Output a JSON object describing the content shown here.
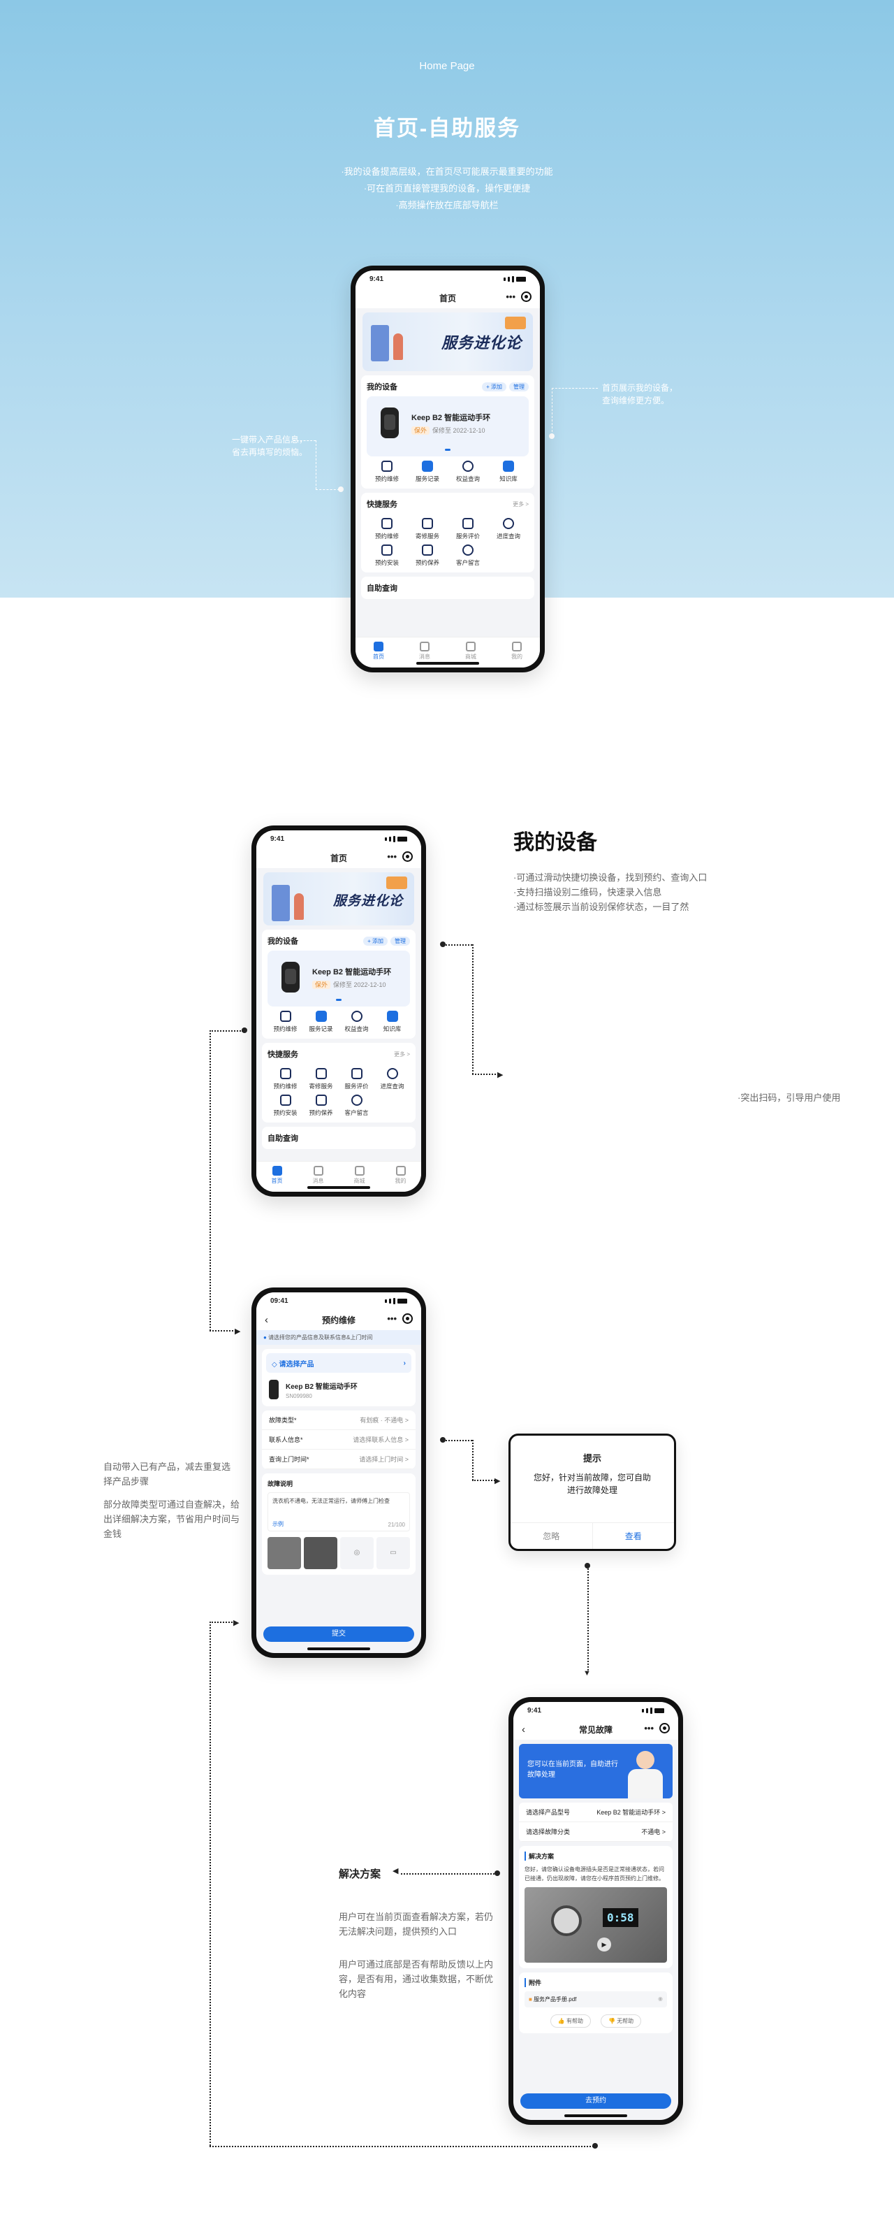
{
  "hero": {
    "subtitle": "Home Page",
    "title": "首页-自助服务",
    "lines": [
      "·我的设备提高层级，在首页尽可能展示最重要的功能",
      "·可在首页直接管理我的设备，操作更便捷",
      "·高频操作放在底部导航栏"
    ],
    "note_left": [
      "一键带入产品信息，",
      "省去再填写的烦恼。"
    ],
    "note_right": [
      "首页展示我的设备，",
      "查询维修更方便。"
    ]
  },
  "home": {
    "time": "9:41",
    "nav_title": "首页",
    "banner_text": "服务进化论",
    "devices_title": "我的设备",
    "add_label": "+ 添加",
    "manage_label": "管理",
    "device_name": "Keep B2 智能运动手环",
    "device_tag": "保外",
    "device_date": "保修至 2022-12-10",
    "device_actions": [
      "预约维修",
      "服务记录",
      "权益查询",
      "知识库"
    ],
    "quick_title": "快捷服务",
    "more_label": "更多 >",
    "quick_items": [
      "预约维修",
      "寄修服务",
      "服务评价",
      "进度查询",
      "预约安装",
      "预约保养",
      "客户留言"
    ],
    "self_title": "自助查询",
    "tabs": [
      "首页",
      "消息",
      "商城",
      "我的"
    ]
  },
  "section_device": {
    "title": "我的设备",
    "lines": [
      "·可通过滑动快捷切换设备，找到预约、查询入口",
      "·支持扫描设别二维码，快速录入信息",
      "·通过标签展示当前设别保修状态，一目了然"
    ],
    "scan_note": "·突出扫码，引导用户使用"
  },
  "repair": {
    "time": "09:41",
    "nav_title": "预约维修",
    "tip": "请选择您的产品信息及联系信息&上门时间",
    "select_product": "请选择产品",
    "product_name": "Keep B2 智能运动手环",
    "product_sn": "SN099980",
    "rows": [
      {
        "label": "故障类型*",
        "value": "有划痕  ·  不通电  >"
      },
      {
        "label": "联系人信息*",
        "value": "请选择联系人信息 >"
      },
      {
        "label": "查询上门时间*",
        "value": "请选择上门时间 >"
      }
    ],
    "desc_title": "故障说明",
    "desc_text": "洗衣机不通电，无法正常运行，请师傅上门检查",
    "example_label": "示例",
    "counter": "21/100",
    "submit": "提交"
  },
  "repair_notes": {
    "left": [
      "自动带入已有产品，减去重复选",
      "择产品步骤"
    ],
    "left2": [
      "部分故障类型可通过自查解决，给",
      "出详细解决方案，节省用户时间与",
      "金钱"
    ]
  },
  "dialog": {
    "title": "提示",
    "body": "您好，针对当前故障，您可自助进行故障处理",
    "ignore": "忽略",
    "view": "查看"
  },
  "faq": {
    "time": "9:41",
    "nav_title": "常见故障",
    "banner_text": "您可以在当前页面，自助进行故障处理",
    "model_label": "请选择产品型号",
    "model_value": "Keep B2 智能运动手环 >",
    "fault_label": "请选择故障分类",
    "fault_value": "不通电 >",
    "solution_title": "解决方案",
    "solution_text": "您好，请您确认设备电源插头是否是正常接通状态，若问已接通，仍出现故障，请您在小程序首页预约上门维修。",
    "display_text": "0:58",
    "attach_title": "附件",
    "attach_file": "服务产品手册.pdf",
    "helpful": "有帮助",
    "unhelpful": "无帮助",
    "book": "去预约"
  },
  "solution_notes": {
    "title": "解决方案",
    "p1": [
      "用户可在当前页面查看解决方案，若仍",
      "无法解决问题，提供预约入口"
    ],
    "p2": [
      "用户可通过底部是否有帮助反馈以上内",
      "容，是否有用，通过收集数据，不断优",
      "化内容"
    ]
  },
  "colors": {
    "accent": "#1d6fe0",
    "hero": "#8cc8e6",
    "dark": "#111111"
  }
}
